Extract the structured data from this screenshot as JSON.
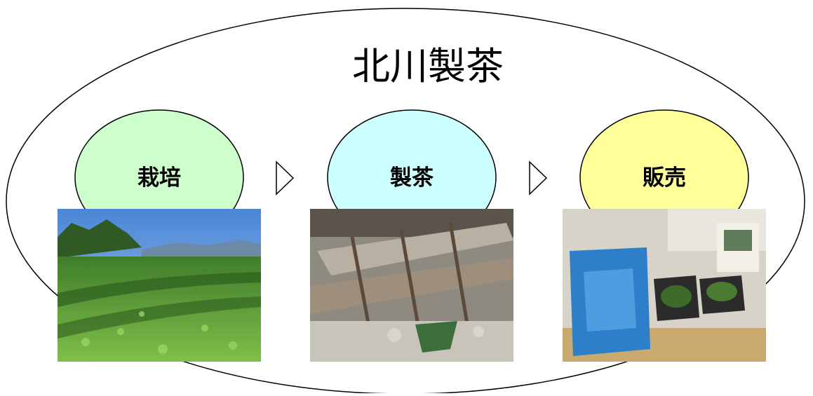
{
  "diagram": {
    "title": "北川製茶",
    "steps": [
      {
        "label": "栽培",
        "color": "#ccffcc"
      },
      {
        "label": "製茶",
        "color": "#ccffff"
      },
      {
        "label": "販売",
        "color": "#ffff99"
      }
    ]
  }
}
